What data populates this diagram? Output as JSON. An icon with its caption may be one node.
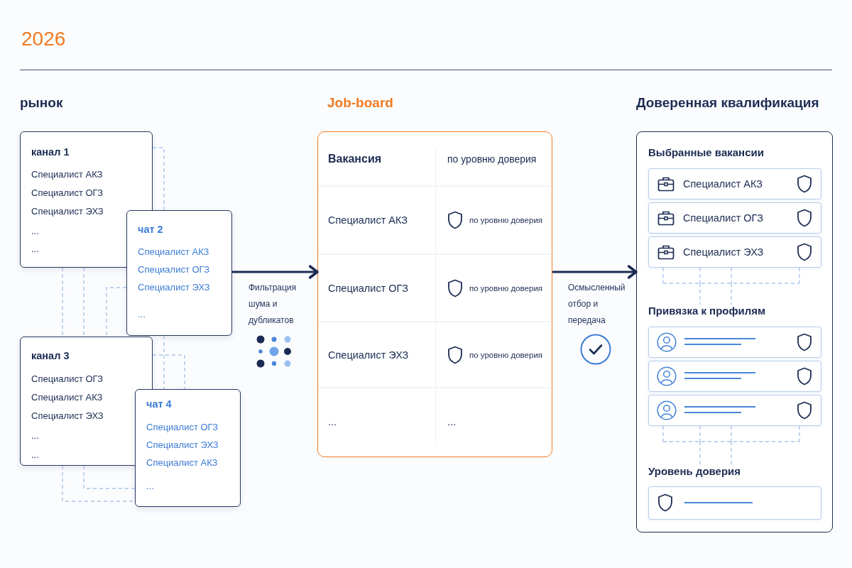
{
  "diagram": {
    "title": "2026",
    "nodes": [
      {
        "text": [
          "канал 1",
          "Специалист АКЗ",
          "Специалист ОГЗ",
          "Специалист ЭХЗ",
          "...",
          "..."
        ]
      },
      {
        "text": [
          "чат 2",
          "Специалист АКЗ",
          "Специалист ОГЗ",
          "Специалист ЭХЗ",
          "..."
        ]
      },
      {
        "text": [
          "канал 3",
          "Специалист ОГЗ",
          "Специалист АКЗ",
          "Специалист ЭХЗ",
          "...",
          "..."
        ]
      },
      {
        "text": [
          "чат 4",
          "Специалист ОГЗ",
          "Специалист ЭХЗ",
          "Специалист АКЗ",
          "..."
        ]
      },
      {
        "text": [
          "Job-board",
          "Вакансия",
          "по уровню доверия",
          "Специалист АКЗ",
          "по уровню доверия",
          "Специалист ОГЗ",
          "по уровню доверия",
          "Специалист ЭХЗ",
          "по уровню доверия",
          "...",
          "..."
        ]
      },
      {
        "text": [
          "Доверенная квалификация",
          "Выбранные вакансии"
        ]
      },
      {
        "text": [
          "Специалист АКЗ"
        ],
        "in": 5
      },
      {
        "text": [
          "Специалист ОГЗ"
        ],
        "in": 5
      },
      {
        "text": [
          "Специалист ЭХЗ"
        ],
        "in": 5
      },
      {
        "text": [
          "Привязка к профилям"
        ],
        "in": 5
      },
      {
        "text": [],
        "shape": "box",
        "in": 5
      },
      {
        "text": [],
        "shape": "box",
        "in": 5
      },
      {
        "text": [],
        "shape": "box",
        "in": 5
      },
      {
        "text": [
          "Уровень доверия"
        ],
        "in": 5
      },
      {
        "text": [],
        "shape": "box",
        "in": 5
      }
    ],
    "edges": [
      {
        "from": 0,
        "to": 1,
        "arrow": "none",
        "style": "dashed",
        "color": "#a9c3ea"
      },
      {
        "from": 0,
        "to": 2,
        "arrow": "none",
        "style": "dashed",
        "color": "#a9c3ea"
      },
      {
        "from": 0,
        "to": 2,
        "arrow": "none",
        "style": "dashed",
        "color": "#a9c3ea"
      },
      {
        "from": 1,
        "to": 2,
        "arrow": "none",
        "style": "dashed",
        "color": "#a9c3ea"
      },
      {
        "from": 1,
        "to": 3,
        "arrow": "none",
        "style": "dashed",
        "color": "#a9c3ea"
      },
      {
        "from": 2,
        "to": 3,
        "arrow": "none",
        "style": "dashed",
        "color": "#a9c3ea"
      },
      {
        "from": 2,
        "to": 3,
        "arrow": "none",
        "style": "dashed",
        "color": "#a9c3ea"
      },
      {
        "from": 2,
        "to": 3,
        "arrow": "none",
        "style": "dashed",
        "color": "#a9c3ea"
      },
      {
        "from": 1,
        "to": 4,
        "arrow": "to",
        "label": "Фильтрация шума и дубликатов",
        "color": "#1b2b52"
      },
      {
        "from": 4,
        "to": 5,
        "arrow": "to",
        "label": "Осмысленный отбор и передача",
        "color": "#1b2b52"
      },
      {
        "from": 8,
        "to": 9,
        "arrow": "none",
        "style": "dashed",
        "color": "#a9c3ea"
      },
      {
        "from": 12,
        "to": 13,
        "arrow": "none",
        "style": "dashed",
        "color": "#a9c3ea"
      }
    ],
    "labels": [
      "рынок"
    ]
  }
}
